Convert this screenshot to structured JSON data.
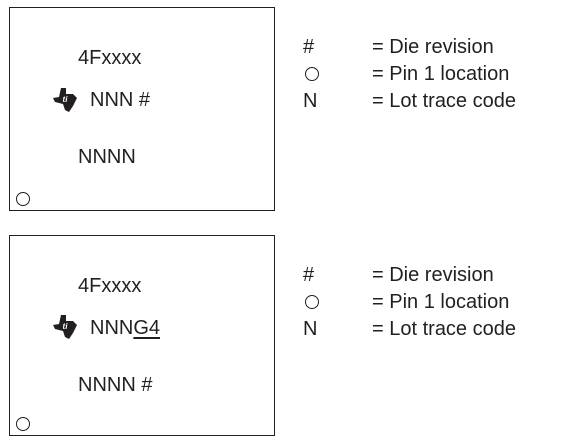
{
  "marking_1": {
    "device": "4Fxxxx",
    "lot_line": "NNN #",
    "lot_code": "NNNN"
  },
  "legend_1": [
    {
      "symbol": "#",
      "description": "= Die revision"
    },
    {
      "symbol": "circle",
      "description": "= Pin 1 location"
    },
    {
      "symbol": "N",
      "description": "= Lot trace code"
    }
  ],
  "marking_2": {
    "device": "4Fxxxx",
    "lot_prefix": "NNN",
    "lot_suffix": "G4",
    "lot_code": "NNNN #"
  },
  "legend_2": [
    {
      "symbol": "#",
      "description": "= Die revision"
    },
    {
      "symbol": "circle",
      "description": "= Pin 1 location"
    },
    {
      "symbol": "N",
      "description": "= Lot trace code"
    }
  ]
}
